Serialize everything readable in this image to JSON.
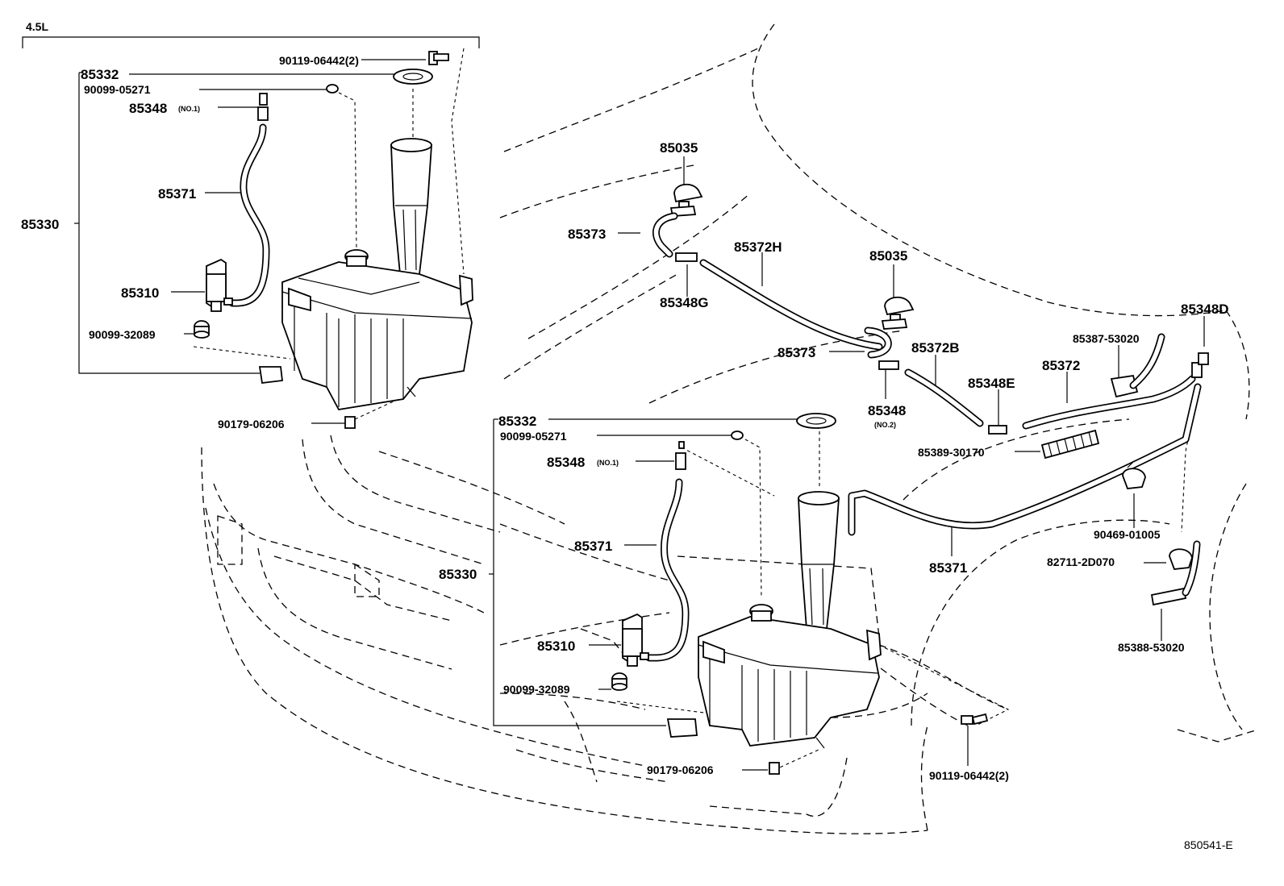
{
  "diagram": {
    "variant_label": "4.5L",
    "figure_code": "850541-E",
    "upper": {
      "bolt_top": "90119-06442(2)",
      "cap_gasket": "85332",
      "grommet": "90099-05271",
      "joint_no1": "85348",
      "joint_no1_suffix": "(NO.1)",
      "hose": "85371",
      "tank_assy": "85330",
      "pump": "85310",
      "pump_grommet": "90099-32089",
      "nut": "90179-06206"
    },
    "lower": {
      "cap_gasket": "85332",
      "grommet": "90099-05271",
      "joint_no1": "85348",
      "joint_no1_suffix": "(NO.1)",
      "hose": "85371",
      "tank_assy": "85330",
      "pump": "85310",
      "pump_grommet": "90099-32089",
      "nut": "90179-06206",
      "bolt_bottom": "90119-06442(2)"
    },
    "hood": {
      "nozzle_left": "85035",
      "nozzle_right": "85035",
      "hose_left_elbow": "85373",
      "hose_h": "85372H",
      "joint_g": "85348G",
      "hose_right_elbow": "85373",
      "hose_b": "85372B",
      "joint_no2": "85348",
      "joint_no2_suffix": "(NO.2)",
      "joint_e": "85348E",
      "hose_main": "85372",
      "clamp": "85387-53020",
      "joint_d": "85348D",
      "protector": "85389-30170",
      "clip": "90469-01005",
      "clip_2": "82711-2D070",
      "clamp_2": "85388-53020",
      "hose_long": "85371"
    }
  }
}
